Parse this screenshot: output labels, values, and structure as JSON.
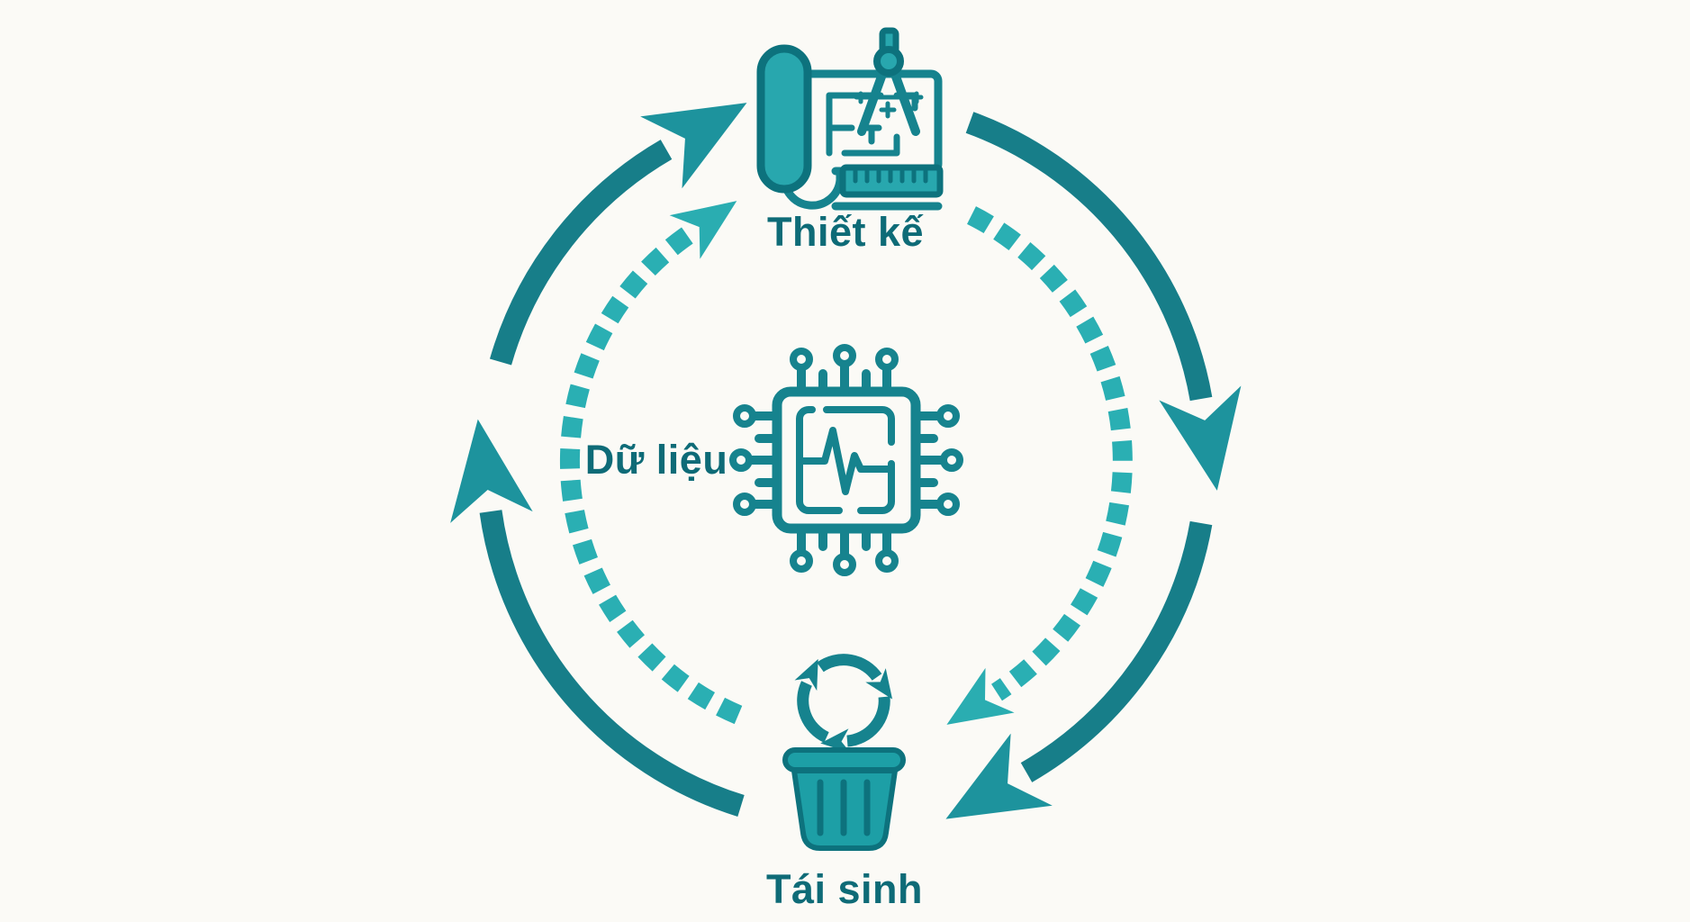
{
  "diagram": {
    "type": "cycle-diagram",
    "colors": {
      "background": "#fbfaf6",
      "outer_cycle": "#177e89",
      "outer_arrowhead": "#1d939d",
      "inner_cycle": "#2aafb3",
      "inner_arrowhead": "#2aadb1",
      "icon_stroke": "#16838e",
      "icon_fill": "#28a7ae",
      "icon_outline": "#0d727d",
      "bin_fill": "#1d9fa6",
      "label_text": "#0e6b77"
    },
    "nodes": [
      {
        "label": "Thiết kế",
        "icon": "blueprint-compass-icon",
        "position": "top"
      },
      {
        "label": "Dữ liệu",
        "icon": "microchip-pulse-icon",
        "position": "center"
      },
      {
        "label": "Tái sinh",
        "icon": "recycle-bin-icon",
        "position": "bottom"
      }
    ],
    "cycles": [
      {
        "name": "outer-cycle",
        "style": "solid",
        "direction": "clockwise",
        "arrows": 4
      },
      {
        "name": "inner-cycle",
        "style": "dashed",
        "direction": "clockwise",
        "arrows": 2
      }
    ]
  }
}
